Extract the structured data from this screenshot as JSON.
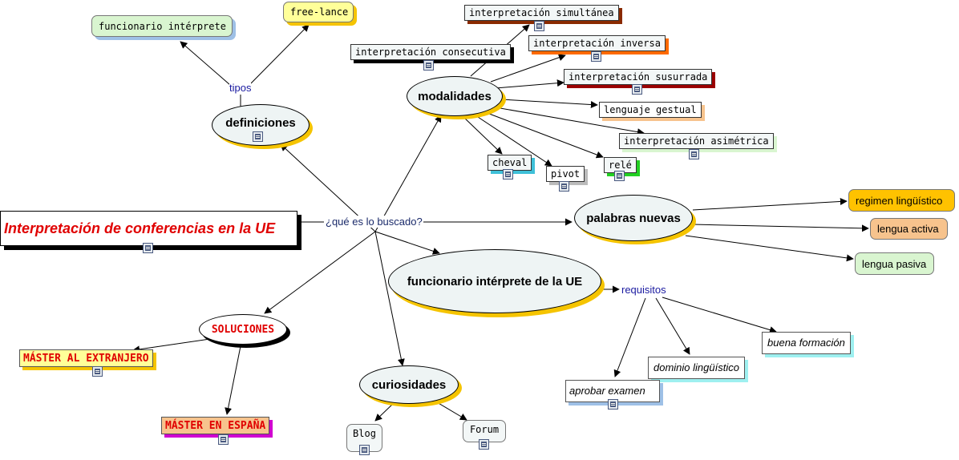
{
  "title": "Interpretación de conferencias en la UE",
  "link_labels": {
    "question": "¿qué es lo buscado?",
    "tipos": "tipos",
    "requisitos": "requisitos"
  },
  "concepts": {
    "definiciones": "definiciones",
    "modalidades": "modalidades",
    "palabras_nuevas": "palabras nuevas",
    "funcionario_ue": "funcionario intérprete de la UE",
    "soluciones": "SOLUCIONES",
    "curiosidades": "curiosidades"
  },
  "tipos": [
    "funcionario intérprete",
    "free-lance"
  ],
  "modalidades": [
    "interpretación simultánea",
    "interpretación consecutiva",
    "interpretación inversa",
    "interpretación susurrada",
    "lenguaje gestual",
    "interpretación asimétrica",
    "cheval",
    "pivot",
    "relé"
  ],
  "palabras": [
    "regimen lingüístico",
    "lengua activa",
    "lengua pasiva"
  ],
  "requisitos": [
    "buena  formación",
    "dominio  lingüístico",
    "aprobar  examen"
  ],
  "soluciones": [
    "MÁSTER AL EXTRANJERO",
    "MÁSTER EN ESPAÑA"
  ],
  "curiosidades": [
    "Blog",
    "Forum"
  ],
  "colors": {
    "title": "#e00000",
    "yellow_shadow": "#f5c400",
    "orange_box": "#f7c38d",
    "green_box": "#d9f5d0",
    "yellow_box": "#ffff99",
    "gold_box": "#ffc200",
    "magenta_shadow": "#d000d0"
  }
}
